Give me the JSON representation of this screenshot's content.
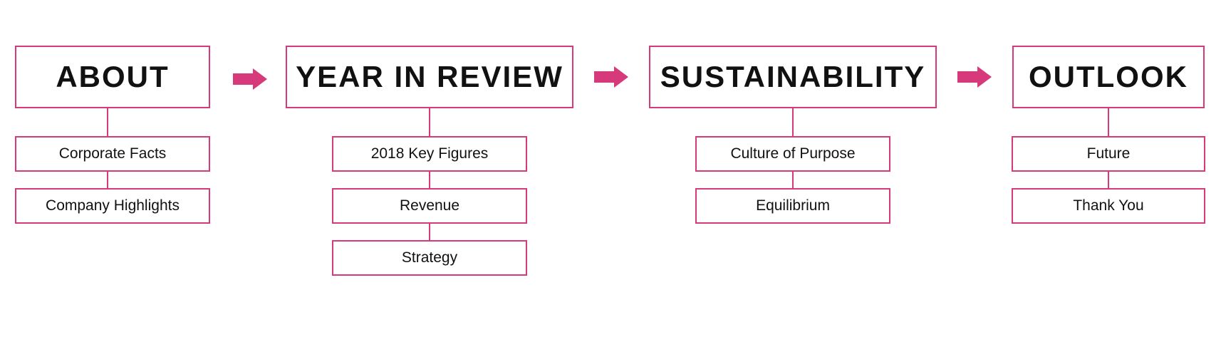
{
  "colors": {
    "accent": "#d63a7b",
    "text": "#111111",
    "background": "#ffffff"
  },
  "sections": [
    {
      "title": "ABOUT",
      "items": [
        "Corporate Facts",
        "Company Highlights"
      ]
    },
    {
      "title": "YEAR IN REVIEW",
      "items": [
        "2018 Key Figures",
        "Revenue",
        "Strategy"
      ]
    },
    {
      "title": "SUSTAINABILITY",
      "items": [
        "Culture of Purpose",
        "Equilibrium"
      ]
    },
    {
      "title": "OUTLOOK",
      "items": [
        "Future",
        "Thank You"
      ]
    }
  ],
  "icons": {
    "flow_arrow": "right-arrow-icon"
  }
}
